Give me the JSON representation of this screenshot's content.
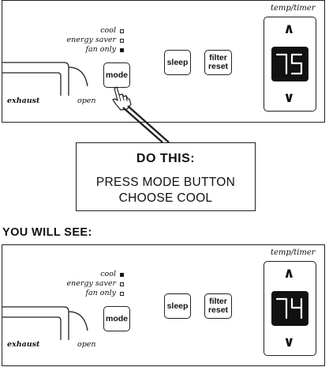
{
  "top_panel": {
    "modes": [
      {
        "label": "cool",
        "active": false
      },
      {
        "label": "energy saver",
        "active": false
      },
      {
        "label": "fan only",
        "active": true
      }
    ],
    "mode_button": "mode",
    "sleep_button": "sleep",
    "filter_button": {
      "line1": "filter",
      "line2": "reset"
    },
    "temp_timer_label": "temp/timer",
    "display_value": "75",
    "up_arrow": "∧",
    "down_arrow": "∨",
    "exhaust_label": "exhaust",
    "open_label": "open"
  },
  "callout": {
    "title": "DO THIS:",
    "line1": "PRESS MODE BUTTON",
    "line2": "CHOOSE COOL"
  },
  "you_will_see": "YOU WILL SEE:",
  "bottom_panel": {
    "modes": [
      {
        "label": "cool",
        "active": true
      },
      {
        "label": "energy saver",
        "active": false
      },
      {
        "label": "fan only",
        "active": false
      }
    ],
    "mode_button": "mode",
    "sleep_button": "sleep",
    "filter_button": {
      "line1": "filter",
      "line2": "reset"
    },
    "temp_timer_label": "temp/timer",
    "display_value": "74",
    "up_arrow": "∧",
    "down_arrow": "∨",
    "exhaust_label": "exhaust",
    "open_label": "open"
  },
  "colors": {
    "line": "#222222",
    "display_bg": "#111111",
    "digit": "#ffffff"
  }
}
